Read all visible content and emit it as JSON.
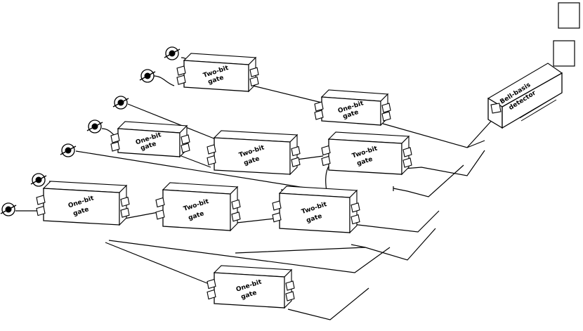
{
  "diagram": {
    "gates": [
      {
        "id": "g1",
        "label_line1": "Two-bit",
        "label_line2": "gate"
      },
      {
        "id": "g2",
        "label_line1": "One-bit",
        "label_line2": "gate"
      },
      {
        "id": "g3",
        "label_line1": "One-bit",
        "label_line2": "gate"
      },
      {
        "id": "g4",
        "label_line1": "Two-bit",
        "label_line2": "gate"
      },
      {
        "id": "g5",
        "label_line1": "Two-bit",
        "label_line2": "gate"
      },
      {
        "id": "g6",
        "label_line1": "One-bit",
        "label_line2": "gate"
      },
      {
        "id": "g7",
        "label_line1": "Two-bit",
        "label_line2": "gate"
      },
      {
        "id": "g8",
        "label_line1": "Two-bit",
        "label_line2": "gate"
      },
      {
        "id": "g9",
        "label_line1": "One-bit",
        "label_line2": "gate"
      }
    ],
    "detector": {
      "label_line1": "Bell-basis",
      "label_line2": "detector"
    }
  }
}
